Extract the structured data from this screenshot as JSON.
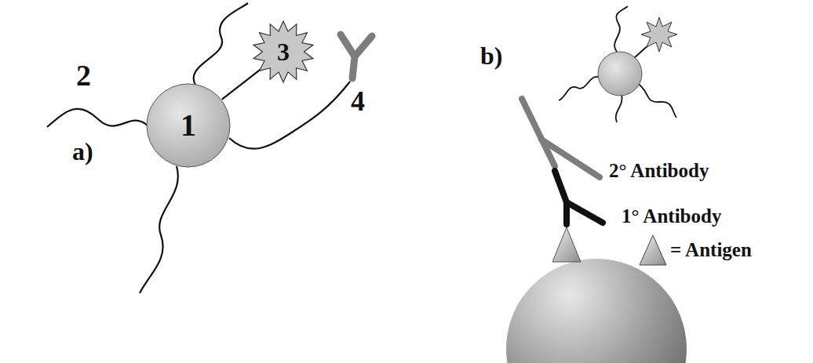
{
  "diagram": {
    "nodes": [
      {
        "text": [
          "1"
        ]
      },
      {
        "text": [
          "3"
        ]
      }
    ],
    "edges": [
      {
        "from": 0,
        "to": 1,
        "arrow": "none"
      }
    ],
    "labels": [
      "a)",
      "2",
      "4",
      "b)",
      "2° Antibody",
      "1° Antibody"
    ],
    "legend": [
      {
        "text": "= Antigen"
      }
    ]
  }
}
